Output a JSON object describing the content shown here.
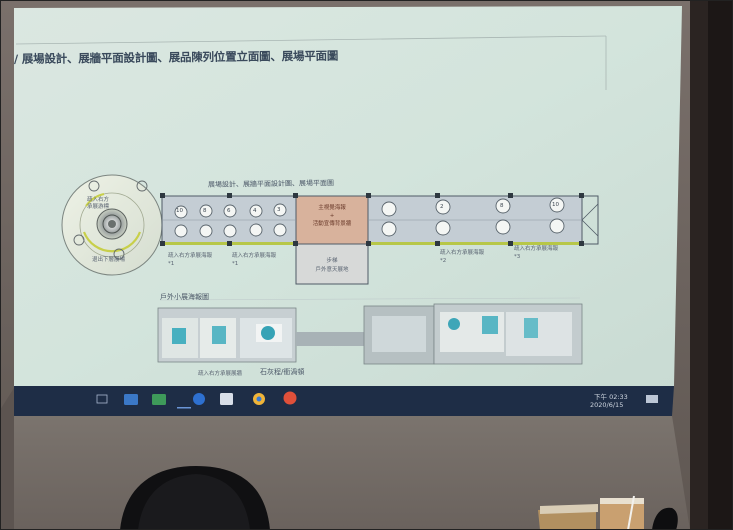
{
  "slide": {
    "heading": "/ 展場設計、展牆平面設計圖、展品陳列位置立面圖、展場平面圖",
    "plan_title": "展場設計、展牆平面設計圖、展場平面圖",
    "circle_entry": "疏入右方\n承展游標",
    "circle_exit": "退出下層展場",
    "center_box_top": "主視覺海報\n+\n活動宣傳背景牆",
    "center_box_bottom": "步梯\n戶外意天展地",
    "label_left_1": "疏入右方承展海報\n*1",
    "label_left_2": "疏入右方承展海報\n*1",
    "label_right_1": "疏入右方承展海報\n*2",
    "label_right_2": "疏入右方承展海報\n*3",
    "photo_section_title": "戶外小展海報圖",
    "photo_caption_1": "疏入右方承展展牆",
    "photo_caption_2": "石灰程/衝渦頓"
  },
  "taskbar": {
    "time": "下午 02:33",
    "date": "2020/6/15"
  },
  "colors": {
    "screen": "#d6e6df",
    "wall": "#6e6560",
    "taskbar": "#1a2a44"
  }
}
